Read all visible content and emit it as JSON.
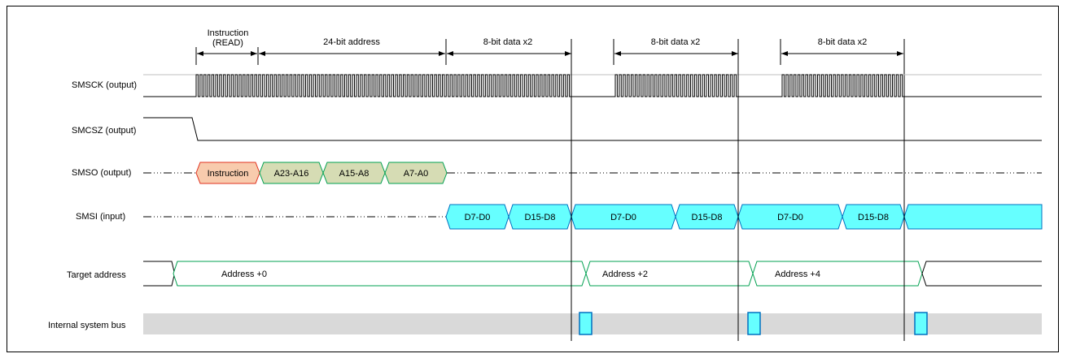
{
  "headers": {
    "instruction_line1": "Instruction",
    "instruction_line2": "(READ)",
    "address": "24-bit address",
    "data1": "8-bit data x2",
    "data2": "8-bit data x2",
    "data3": "8-bit data x2"
  },
  "signals": {
    "smsck": "SMSCK (output)",
    "smcsz": "SMCSZ (output)",
    "smso": "SMSO (output)",
    "smsi": "SMSI (input)",
    "target": "Target address",
    "bus": "Internal system bus"
  },
  "smso_fields": [
    "Instruction",
    "A23-A16",
    "A15-A8",
    "A7-A0"
  ],
  "smsi_fields": [
    "D7-D0",
    "D15-D8",
    "D7-D0",
    "D15-D8",
    "D7-D0",
    "D15-D8"
  ],
  "target_fields": [
    "Address +0",
    "Address +2",
    "Address +4"
  ],
  "colors": {
    "instruction_fill": "#f8cbad",
    "instruction_stroke": "#e0301e",
    "address_fill": "#d6dcb4",
    "address_stroke": "#00a050",
    "data_fill": "#66ffff",
    "data_stroke": "#0070c0",
    "target_stroke": "#00a050",
    "bus_fill": "#d9d9d9",
    "clock_highlevel": "#bfbfbf"
  }
}
